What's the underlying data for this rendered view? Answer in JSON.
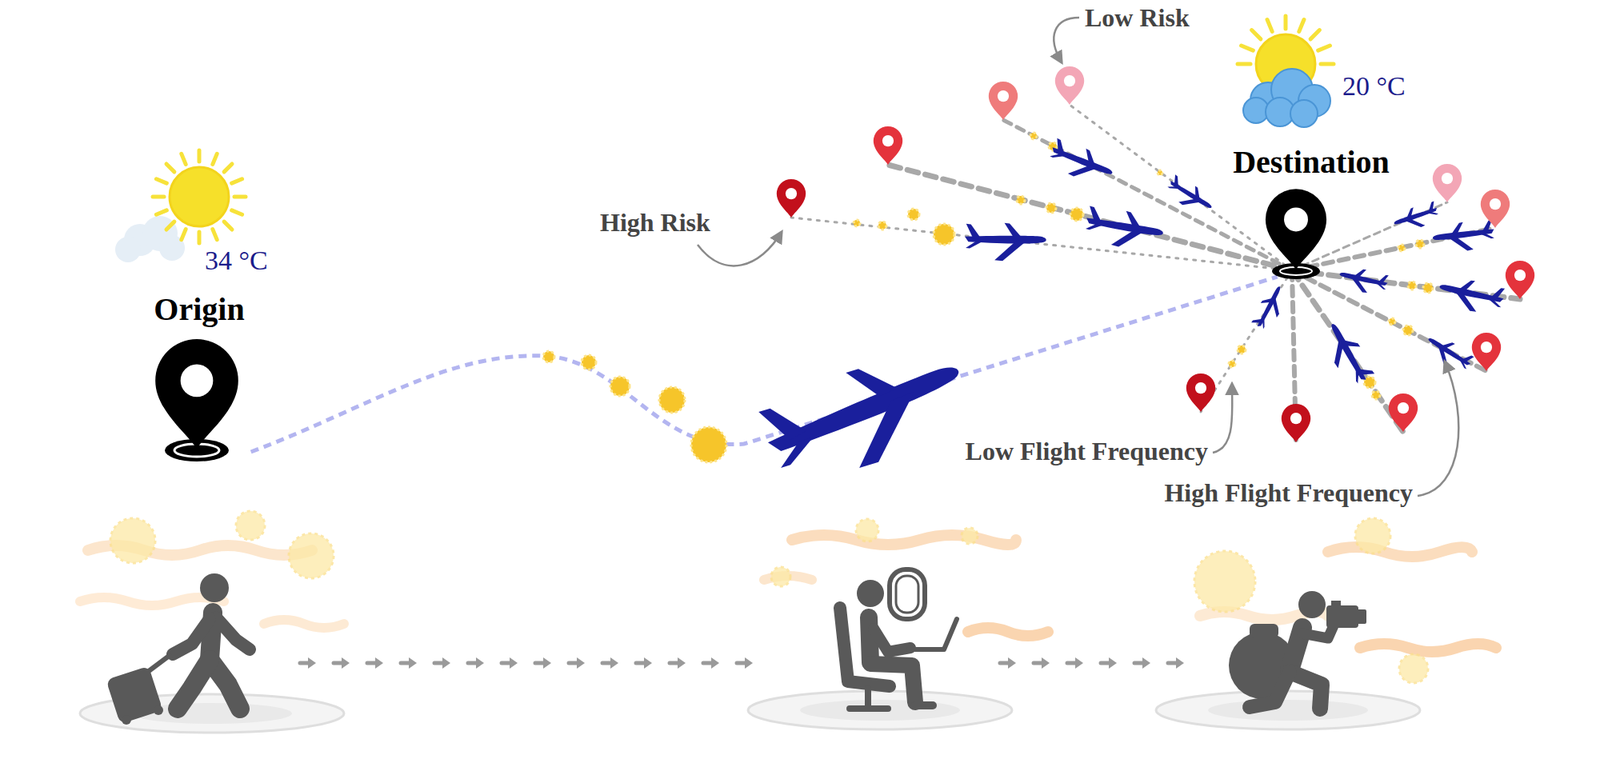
{
  "diagram": {
    "nodes": [
      {
        "text": [
          "Origin"
        ]
      },
      {
        "text": [
          "Destination"
        ]
      }
    ],
    "edges": [
      {
        "from": 0,
        "to": 1,
        "arrow": "none"
      }
    ],
    "labels": [
      "Low Risk",
      "34 °C",
      "20 °C",
      "High Risk",
      "Low Flight Frequency",
      "High Flight Frequency"
    ]
  }
}
